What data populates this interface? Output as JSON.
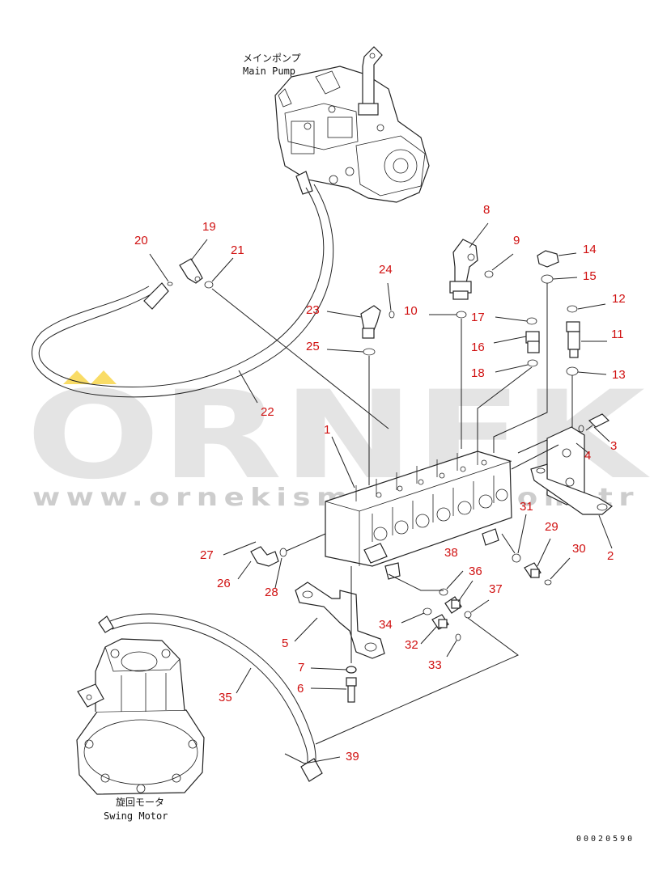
{
  "captions": {
    "main_pump_jp": "メインポンプ",
    "main_pump_en": "Main Pump",
    "swing_motor_jp": "旋回モータ",
    "swing_motor_en": "Swing Motor"
  },
  "document_number": "00020590",
  "watermark": {
    "brand": "ORNEK",
    "url": "www.ornekismakina.com.tr"
  },
  "colors": {
    "callout": "#d01010",
    "line": "#222222",
    "watermark": "#cfcfcf",
    "watermark_accent": "#f5c400"
  },
  "callouts": [
    {
      "id": "c1",
      "label": "1"
    },
    {
      "id": "c2",
      "label": "2"
    },
    {
      "id": "c3",
      "label": "3"
    },
    {
      "id": "c4",
      "label": "4"
    },
    {
      "id": "c5",
      "label": "5"
    },
    {
      "id": "c6",
      "label": "6"
    },
    {
      "id": "c7",
      "label": "7"
    },
    {
      "id": "c8",
      "label": "8"
    },
    {
      "id": "c9",
      "label": "9"
    },
    {
      "id": "c10",
      "label": "10"
    },
    {
      "id": "c11",
      "label": "11"
    },
    {
      "id": "c12",
      "label": "12"
    },
    {
      "id": "c13",
      "label": "13"
    },
    {
      "id": "c14",
      "label": "14"
    },
    {
      "id": "c15",
      "label": "15"
    },
    {
      "id": "c16",
      "label": "16"
    },
    {
      "id": "c17",
      "label": "17"
    },
    {
      "id": "c18",
      "label": "18"
    },
    {
      "id": "c19",
      "label": "19"
    },
    {
      "id": "c20",
      "label": "20"
    },
    {
      "id": "c21",
      "label": "21"
    },
    {
      "id": "c22",
      "label": "22"
    },
    {
      "id": "c23",
      "label": "23"
    },
    {
      "id": "c24",
      "label": "24"
    },
    {
      "id": "c25",
      "label": "25"
    },
    {
      "id": "c26",
      "label": "26"
    },
    {
      "id": "c27",
      "label": "27"
    },
    {
      "id": "c28",
      "label": "28"
    },
    {
      "id": "c29",
      "label": "29"
    },
    {
      "id": "c30",
      "label": "30"
    },
    {
      "id": "c31",
      "label": "31"
    },
    {
      "id": "c32",
      "label": "32"
    },
    {
      "id": "c33",
      "label": "33"
    },
    {
      "id": "c34",
      "label": "34"
    },
    {
      "id": "c35",
      "label": "35"
    },
    {
      "id": "c36",
      "label": "36"
    },
    {
      "id": "c37",
      "label": "37"
    },
    {
      "id": "c38",
      "label": "38"
    },
    {
      "id": "c39",
      "label": "39"
    }
  ]
}
